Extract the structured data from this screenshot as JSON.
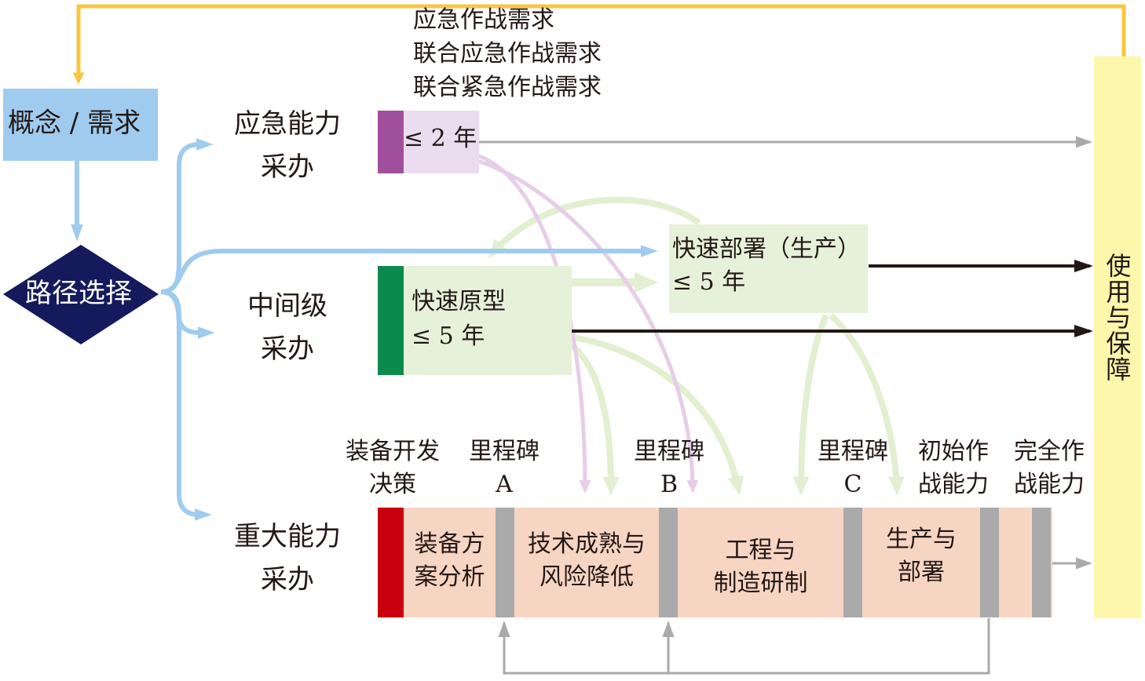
{
  "concept": {
    "label": "概念 / 需求"
  },
  "path_select": {
    "label": "路径选择"
  },
  "use_support": {
    "label": "使用与保障"
  },
  "tracks": {
    "urgent": {
      "line1": "应急能力",
      "line2": "采办"
    },
    "middle": {
      "line1": "中间级",
      "line2": "采办"
    },
    "major": {
      "line1": "重大能力",
      "line2": "采办"
    }
  },
  "urgent_needs": [
    "应急作战需求",
    "联合应急作战需求",
    "联合紧急作战需求"
  ],
  "urgent_box": {
    "label": "≤ 2 年"
  },
  "rapid_proto": {
    "line1": "快速原型",
    "line2": "≤ 5 年"
  },
  "rapid_deploy": {
    "line1": "快速部署（生产）",
    "line2": "≤ 5 年"
  },
  "milestones": {
    "decision": {
      "line1": "装备开发",
      "line2": "决策"
    },
    "a": {
      "line1": "里程碑",
      "line2": "A"
    },
    "b": {
      "line1": "里程碑",
      "line2": "B"
    },
    "c": {
      "line1": "里程碑",
      "line2": "C"
    },
    "ioc": {
      "line1": "初始作",
      "line2": "战能力"
    },
    "foc": {
      "line1": "完全作",
      "line2": "战能力"
    }
  },
  "phases": {
    "analysis": {
      "line1": "装备方",
      "line2": "案分析"
    },
    "tmrr": {
      "line1": "技术成熟与",
      "line2": "风险降低"
    },
    "emd": {
      "line1": "工程与",
      "line2": "制造研制"
    },
    "production": {
      "line1": "生产与",
      "line2": "部署"
    }
  },
  "colors": {
    "blue": "#9fcbee",
    "yellow_line": "#f9c541",
    "use_support_fill": "#fdf7ab",
    "diamond": "#141a5c",
    "purple_dark": "#a04f9c",
    "purple_light": "#ecdcef",
    "green_dark": "#0a8a4c",
    "green_light": "#e6f1da",
    "green_arrow": "#e2efd0",
    "purple_arrow": "#e7cde8",
    "peach": "#f7d5c3",
    "red": "#c8000f",
    "gray_bar": "#aaaaaa",
    "black_arrow": "#231815",
    "gray_arrow": "#aaaaaa"
  }
}
